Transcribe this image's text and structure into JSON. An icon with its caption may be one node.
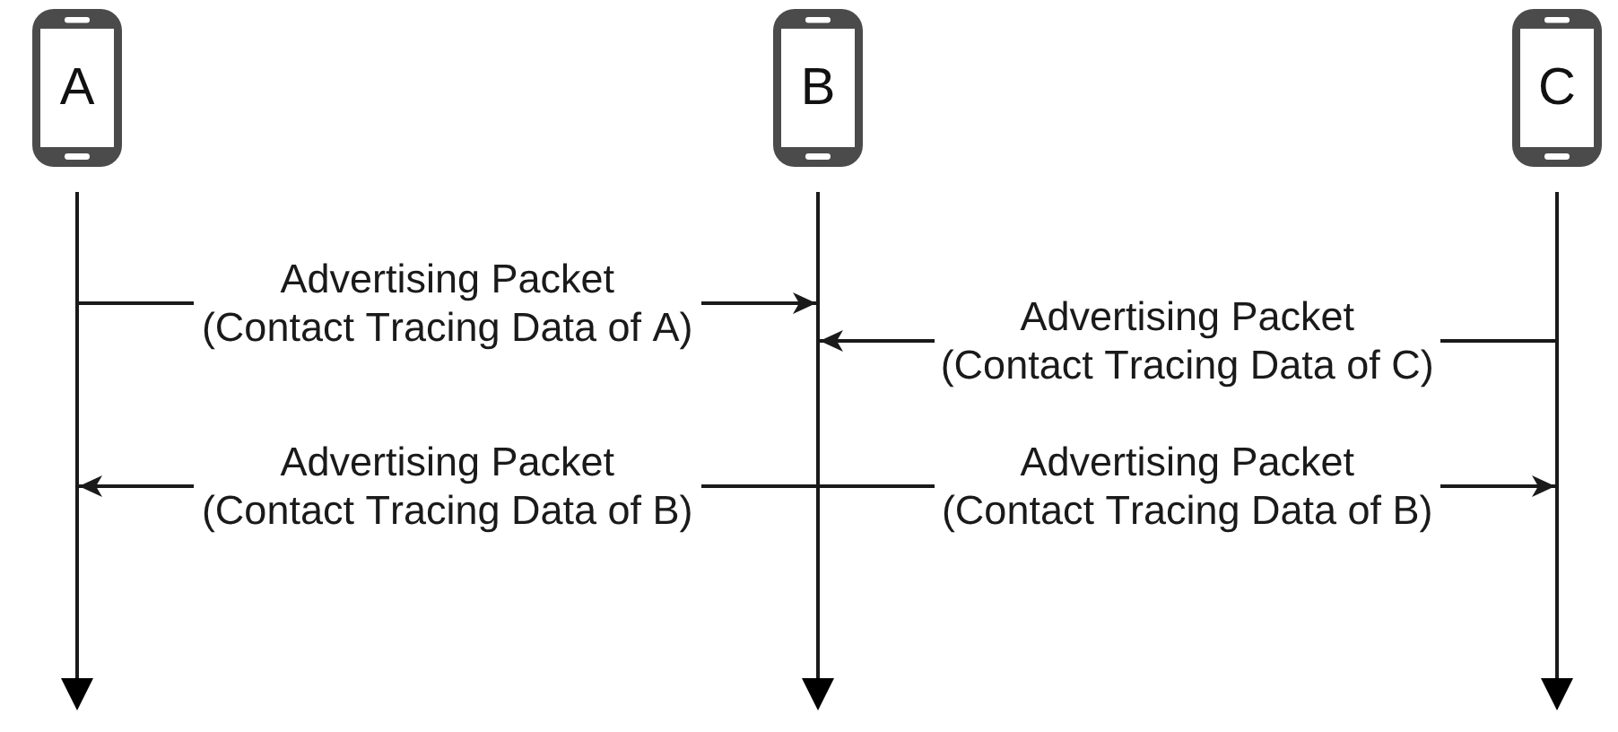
{
  "diagram": {
    "nodes": [
      {
        "text": [
          "A"
        ]
      },
      {
        "text": [
          "B"
        ]
      },
      {
        "text": [
          "C"
        ]
      }
    ],
    "edges": [
      {
        "from": 0,
        "to": 1,
        "arrow": "to",
        "label": "Advertising Packet (Contact Tracing Data of A)"
      },
      {
        "from": 2,
        "to": 1,
        "arrow": "to",
        "label": "Advertising Packet (Contact Tracing Data of C)"
      },
      {
        "from": 1,
        "to": 0,
        "arrow": "to",
        "label": "Advertising Packet (Contact Tracing Data of B)"
      },
      {
        "from": 1,
        "to": 2,
        "arrow": "to",
        "label": "Advertising Packet (Contact Tracing Data of B)"
      }
    ]
  }
}
